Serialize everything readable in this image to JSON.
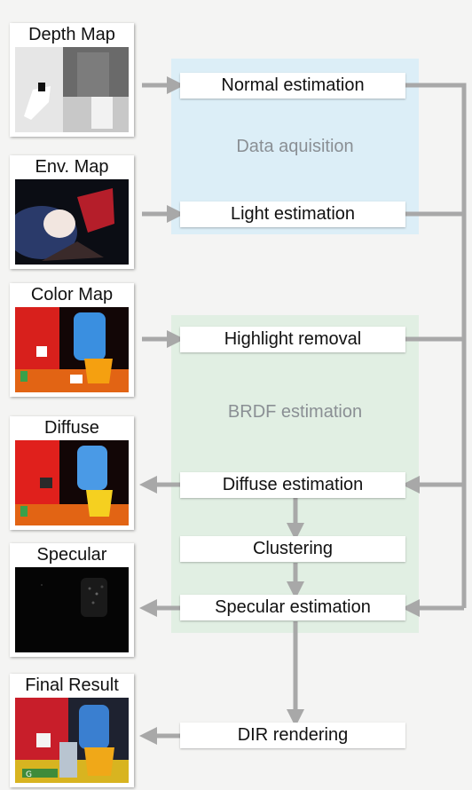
{
  "groups": {
    "acquisition": "Data aquisition",
    "brdf": "BRDF estimation"
  },
  "inputs": {
    "depth": "Depth Map",
    "env": "Env. Map",
    "color": "Color Map",
    "diffuse": "Diffuse",
    "specular": "Specular",
    "final": "Final Result"
  },
  "steps": {
    "normal": "Normal estimation",
    "light": "Light estimation",
    "highlight": "Highlight removal",
    "diffuse": "Diffuse estimation",
    "clustering": "Clustering",
    "specular": "Specular estimation",
    "dir": "DIR rendering"
  },
  "thumbnail_text": {
    "label_g": "G"
  },
  "colors": {
    "arrow": "#a8a8a8",
    "acquisition_region": "#dceef7",
    "brdf_region": "#e1efe3"
  }
}
